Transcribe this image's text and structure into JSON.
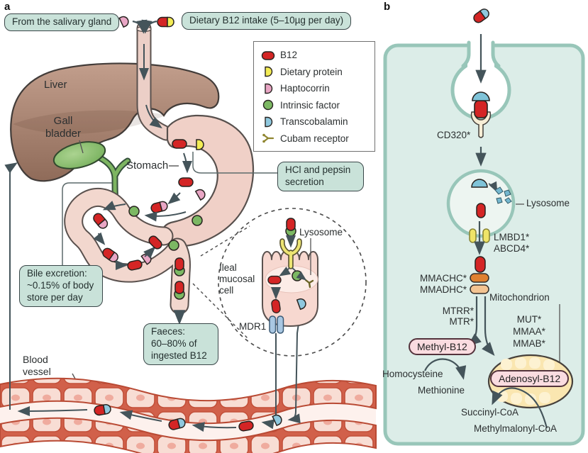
{
  "figure": {
    "panel_a_label": "a",
    "panel_b_label": "b"
  },
  "panel_a": {
    "boxes": {
      "salivary": "From the salivary gland",
      "dietary_intake": "Dietary B12 intake (5–10µg per day)",
      "hcl": "HCl and pepsin\nsecretion",
      "bile": "Bile excretion:\n~0.15% of body\nstore per day",
      "faeces": "Faeces:\n60–80% of\ningested B12"
    },
    "labels": {
      "liver": "Liver",
      "gall_bladder": "Gall\nbladder",
      "stomach": "Stomach",
      "ileal_cell": "Ileal\nmucosal\ncell",
      "lysosome": "Lysosome",
      "mdr1": "MDR1",
      "blood_vessel": "Blood\nvessel"
    },
    "legend": {
      "items": [
        {
          "label": "B12",
          "icon": "b12-capsule-icon",
          "color": "#d42525"
        },
        {
          "label": "Dietary protein",
          "icon": "dietary-protein-icon",
          "color": "#f3ec55"
        },
        {
          "label": "Haptocorrin",
          "icon": "haptocorrin-icon",
          "color": "#e9a6c5"
        },
        {
          "label": "Intrinsic factor",
          "icon": "intrinsic-factor-icon",
          "color": "#7cb863"
        },
        {
          "label": "Transcobalamin",
          "icon": "transcobalamin-icon",
          "color": "#8fc8de"
        },
        {
          "label": "Cubam receptor",
          "icon": "cubam-receptor-icon",
          "color": "#9a8c2a"
        }
      ]
    }
  },
  "panel_b": {
    "labels": {
      "cd320": "CD320*",
      "lysosome": "Lysosome",
      "lmbd1": "LMBD1*",
      "abcd4": "ABCD4*",
      "mmachc": "MMACHC*",
      "mmadhc": "MMADHC*",
      "mtrr": "MTRR*",
      "mtr": "MTR*",
      "mitochondrion": "Mitochondrion",
      "mut": "MUT*",
      "mmaa": "MMAA*",
      "mmab": "MMAB*",
      "methyl_b12": "Methyl-B12",
      "adenosyl_b12": "Adenosyl-B12",
      "homocysteine": "Homocysteine",
      "methionine": "Methionine",
      "succinyl_coa": "Succinyl-CoA",
      "methylmalonyl_coa": "Methylmalonyl-CoA"
    }
  },
  "colors": {
    "b12_red": "#d42525",
    "dietary_protein_yellow": "#f3ec55",
    "haptocorrin_pink": "#e9a6c5",
    "intrinsic_factor_green": "#7cb863",
    "transcobalamin_blue": "#8fc8de",
    "callout_teal": "#c9e2d9",
    "cell_teal": "#dcede8",
    "mitochondrion_cream": "#fae6b0",
    "vessel_red": "#c2503a"
  }
}
